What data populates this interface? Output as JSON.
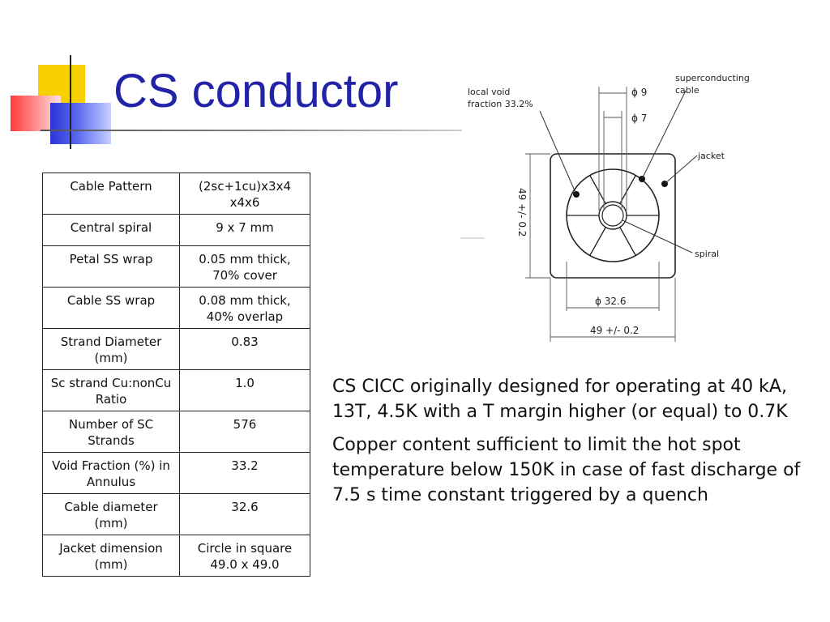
{
  "title": "CS conductor",
  "table": {
    "rows": [
      {
        "label": "Cable Pattern",
        "value": "(2sc+1cu)x3x4 x4x6"
      },
      {
        "label": "Central spiral",
        "value": "9 x 7 mm"
      },
      {
        "label": "Petal SS wrap",
        "value": "0.05 mm thick, 70% cover"
      },
      {
        "label": "Cable SS wrap",
        "value": "0.08 mm thick, 40% overlap"
      },
      {
        "label": "Strand Diameter (mm)",
        "value": "0.83"
      },
      {
        "label": "Sc strand Cu:nonCu Ratio",
        "value": "1.0"
      },
      {
        "label": "Number of SC Strands",
        "value": "576"
      },
      {
        "label": "Void Fraction (%) in Annulus",
        "value": "33.2"
      },
      {
        "label": "Cable diameter (mm)",
        "value": "32.6"
      },
      {
        "label": "Jacket dimension (mm)",
        "value": "Circle in square 49.0 x 49.0"
      }
    ]
  },
  "diagram": {
    "label_void_line1": "local void",
    "label_void_line2": "fraction 33.2%",
    "label_cable_line1": "superconducting",
    "label_cable_line2": "cable",
    "label_jacket": "jacket",
    "label_spiral": "spiral",
    "dim_phi9": "ϕ 9",
    "dim_phi7": "ϕ 7",
    "dim_phi326": "ϕ 32.6",
    "dim_bottom": "49 +/- 0.2",
    "dim_side": "49 +/- 0.2"
  },
  "body": {
    "paragraph1": "CS CICC originally designed for operating at 40 kA, 13T, 4.5K with a T margin higher (or equal) to 0.7K",
    "paragraph2": "Copper content sufficient to limit the hot spot temperature below 150K in case of fast discharge of 7.5 s time constant triggered by a quench"
  }
}
